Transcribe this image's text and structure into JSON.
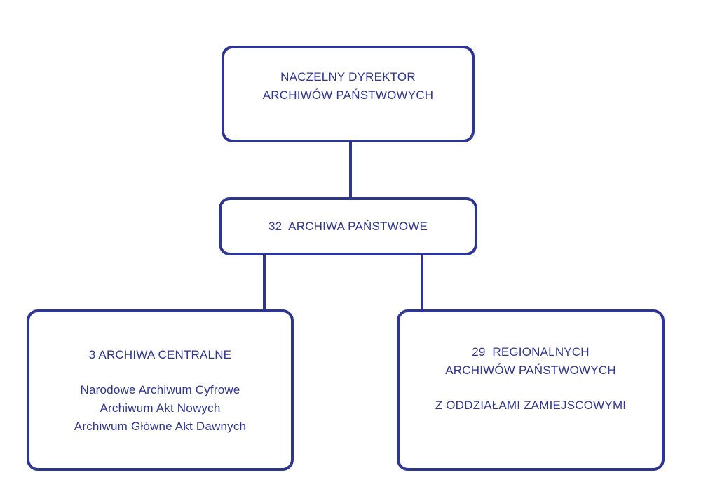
{
  "top_box": {
    "line1": "NACZELNY DYREKTOR",
    "line2": "ARCHIWÓW PAŃSTWOWYCH"
  },
  "middle_box": {
    "label": "32  ARCHIWA PAŃSTWOWE"
  },
  "left_box": {
    "title": "3 ARCHIWA CENTRALNE",
    "items": [
      "Narodowe Archiwum Cyfrowe",
      "Archiwum Akt Nowych",
      "Archiwum Główne Akt Dawnych"
    ]
  },
  "right_box": {
    "line1": "29  REGIONALNYCH",
    "line2": "ARCHIWÓW PAŃSTWOWYCH",
    "line3": "Z ODDZIAŁAMI ZAMIEJSCOWYMI"
  },
  "colors": {
    "stroke": "#2f3592",
    "text": "#2f3592",
    "background": "#ffffff"
  }
}
